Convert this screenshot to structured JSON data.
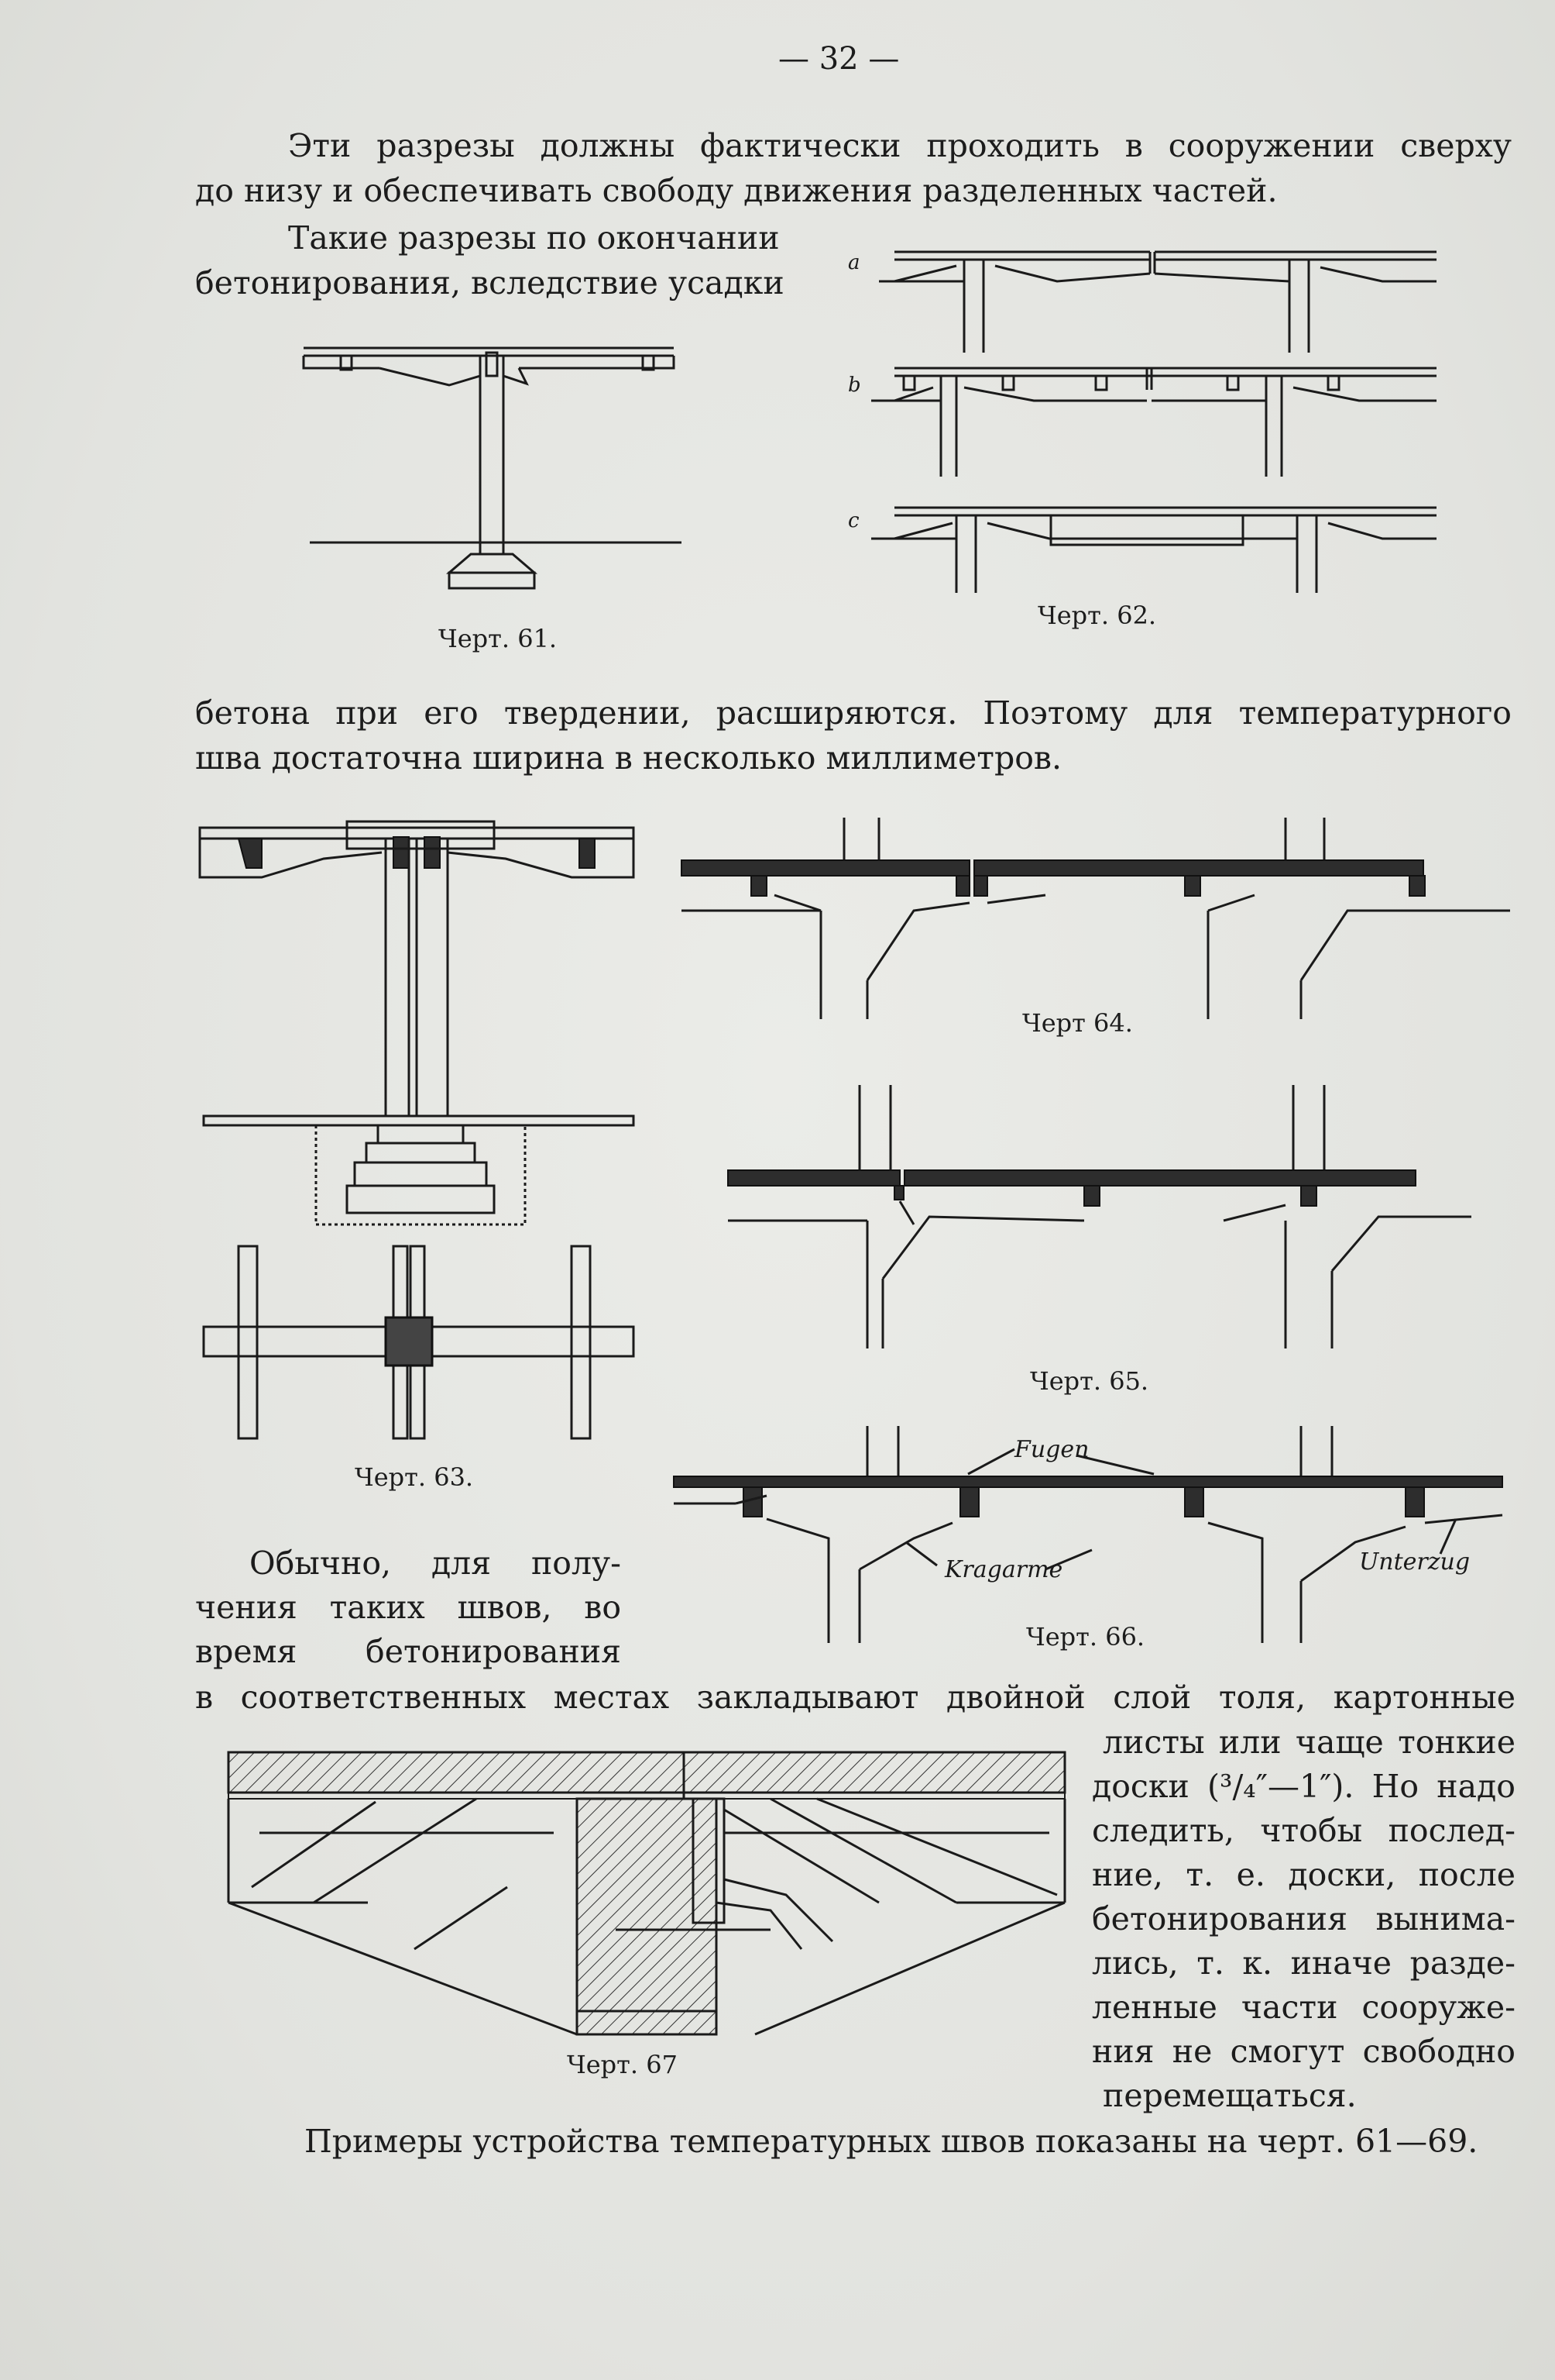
{
  "page": {
    "number": "— 32 —",
    "lines_top": [
      "Эти разрезы должны фактически проходить в сооружении сверху",
      "до низу и обеспечивать свободу движения разделенных частей."
    ],
    "lines_left": [
      "Такие разрезы по окончании",
      "бетонирования, вследствие усадки"
    ],
    "lines_mid": [
      "бетона при его твердении, расширяются. Поэтому для температурного",
      "шва достаточна ширина в несколько миллиметров."
    ],
    "lines_obychno": [
      "Обычно, для полу-",
      "чения таких швов, во",
      "время бетонирования"
    ],
    "line_full": "в соответственных местах закладывают двойной слой толя, картонные",
    "lines_right": [
      "листы или чаще тонкие",
      "доски (³/₄″—1″). Но надо",
      "следить, чтобы послед-",
      "ние, т. е. доски, после",
      "бетонирования вынима-",
      "лись, т. к. иначе разде-",
      "ленные части сооруже-",
      "ния не смогут свободно",
      "перемещаться."
    ],
    "last_line": "Примеры устройства температурных швов показаны на черт. 61—69."
  },
  "figures": {
    "fig61_caption": "Черт. 61.",
    "fig62_caption": "Черт. 62.",
    "fig62_labels": [
      "a",
      "b",
      "c"
    ],
    "fig63_caption": "Черт. 63.",
    "fig64_caption": "Черт 64.",
    "fig65_caption": "Черт. 65.",
    "fig66_caption": "Черт. 66.",
    "fig66_labels": {
      "fugen": "Fugen",
      "kragarme": "Kragarme",
      "unterzug": "Unterzug"
    },
    "fig67_caption": "Черт. 67"
  }
}
